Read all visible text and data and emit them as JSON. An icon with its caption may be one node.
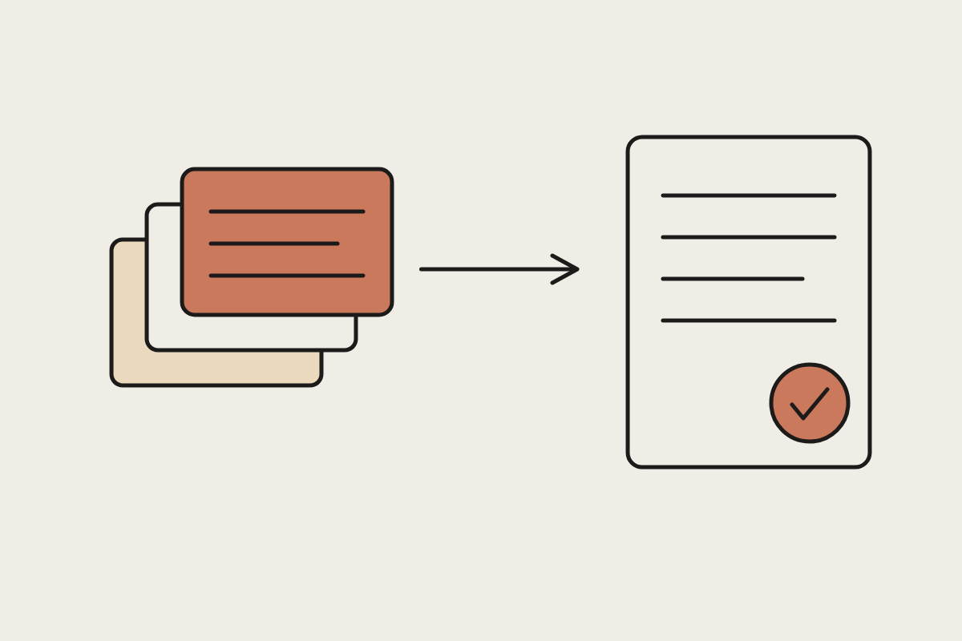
{
  "diagram": {
    "nodes": [
      {
        "text": [],
        "shape": "box"
      },
      {
        "text": [],
        "shape": "box"
      },
      {
        "text": [],
        "shape": "box"
      },
      {
        "text": [],
        "shape": "box"
      }
    ],
    "edges": [
      {
        "from": 2,
        "to": 3,
        "arrow": "to"
      }
    ]
  }
}
